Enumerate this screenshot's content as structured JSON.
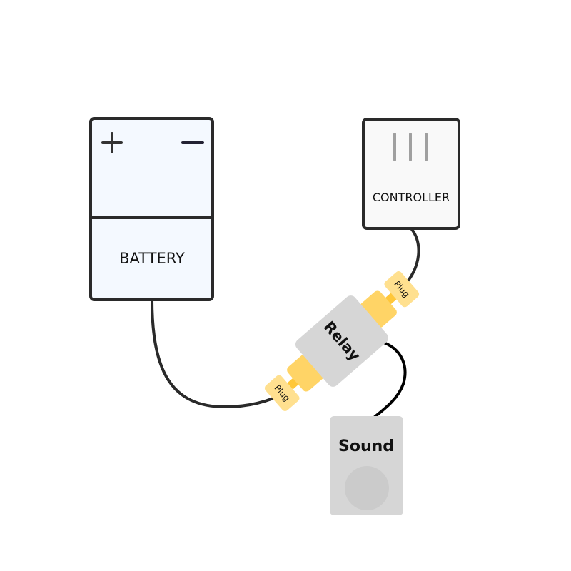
{
  "diagram": {
    "battery": {
      "label": "BATTERY",
      "plus_symbol": "+",
      "minus_symbol": "−",
      "fill": "#f4f9ff",
      "stroke": "#2a2a2a"
    },
    "controller": {
      "label": "CONTROLLER",
      "fill": "#f9f9f9",
      "stroke": "#2a2a2a",
      "indicator_color": "#a0a0a0"
    },
    "relay": {
      "label": "Relay",
      "fill": "#d6d6d6",
      "connector_color": "#ffd466",
      "pin_color": "#ffc73a"
    },
    "plugs": [
      {
        "label": "Plug",
        "position": "lower-left",
        "fill": "#ffe08f"
      },
      {
        "label": "Plug",
        "position": "upper-right",
        "fill": "#ffe08f"
      }
    ],
    "sound": {
      "label": "Sound",
      "fill": "#d6d6d6",
      "speaker_fill": "#cbcbcb"
    },
    "wires": [
      {
        "from": "battery",
        "to": "relay-plug-left",
        "color": "#2a2a2a"
      },
      {
        "from": "controller",
        "to": "relay-plug-right",
        "color": "#2a2a2a"
      },
      {
        "from": "relay",
        "to": "sound",
        "color": "#000000"
      }
    ]
  }
}
